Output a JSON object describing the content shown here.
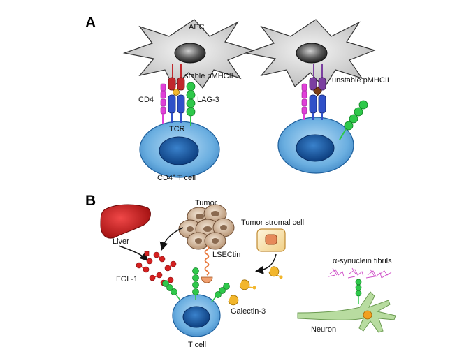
{
  "panels": {
    "a": "A",
    "b": "B"
  },
  "labels": {
    "apc": "APC",
    "stable_pmhcii": "stable pMHCII",
    "unstable_pmhcii": "unstable pMHCII",
    "cd4": "CD4",
    "lag3": "LAG-3",
    "tcr": "TCR",
    "cd4_t_cell_prefix": "CD4",
    "cd4_t_cell_sup": "+",
    "cd4_t_cell_suffix": " T cell",
    "tumor": "Tumor",
    "tumor_stromal_cell": "Tumor stromal cell",
    "liver": "Liver",
    "lsectin": "LSECtin",
    "fgl1": "FGL-1",
    "galectin3": "Galectin-3",
    "t_cell": "T cell",
    "synuclein": "α-synuclein fibrils",
    "neuron": "Neuron"
  },
  "colors": {
    "apc_gray": "#d9d9d9",
    "tcell_blue": "#5ea0d8",
    "nucleus_blue": "#1f5fa8",
    "mhc_red": "#c0282d",
    "mhc_purple": "#7b3fa0",
    "cd4_magenta": "#e040d8",
    "tcr_blue": "#3050c8",
    "lag3_green": "#2ec84a",
    "fgl1_red": "#d42020",
    "galectin_yellow": "#f2b62c",
    "neuron_green": "#b8dca0",
    "fibril_magenta": "#d050c8",
    "liver_red": "#c81818",
    "tumor_tan": "#d8c2a8"
  }
}
